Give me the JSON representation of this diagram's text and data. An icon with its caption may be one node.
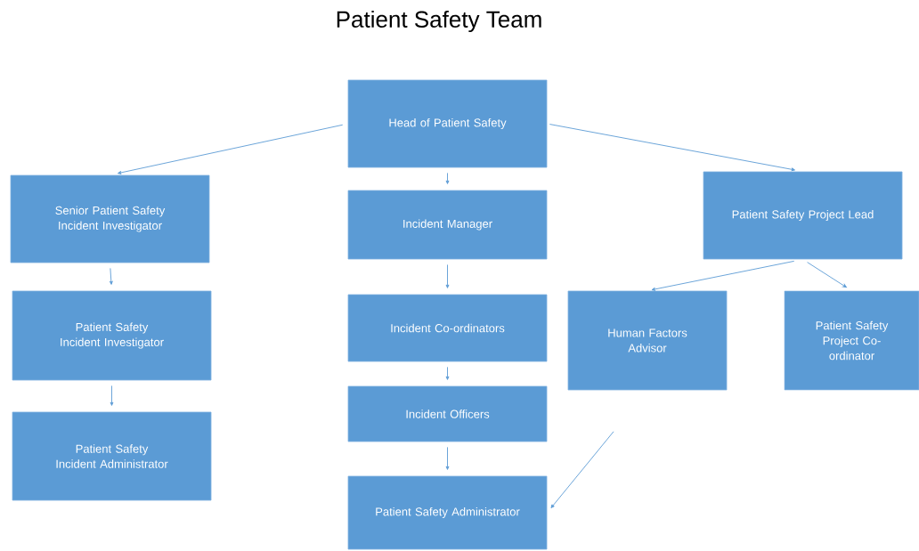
{
  "diagram": {
    "title": "Patient Safety Team",
    "nodes": [
      {
        "text": [
          "Head of Patient Safety"
        ]
      },
      {
        "text": [
          "Senior Patient Safety Incident Investigator"
        ]
      },
      {
        "text": [
          "Incident Manager"
        ]
      },
      {
        "text": [
          "Patient Safety Project Lead"
        ]
      },
      {
        "text": [
          "Patient Safety Incident Investigator"
        ]
      },
      {
        "text": [
          "Incident Co-ordinators"
        ]
      },
      {
        "text": [
          "Human Factors Advisor"
        ]
      },
      {
        "text": [
          "Patient Safety Project Co-ordinator"
        ]
      },
      {
        "text": [
          "Patient Safety Incident Administrator"
        ]
      },
      {
        "text": [
          "Incident Officers"
        ]
      },
      {
        "text": [
          "Patient Safety Administrator"
        ]
      }
    ],
    "edges": [
      {
        "from": 0,
        "to": 1,
        "arrow": "to"
      },
      {
        "from": 0,
        "to": 2,
        "arrow": "to"
      },
      {
        "from": 0,
        "to": 3,
        "arrow": "to"
      },
      {
        "from": 1,
        "to": 4,
        "arrow": "to"
      },
      {
        "from": 4,
        "to": 8,
        "arrow": "to"
      },
      {
        "from": 2,
        "to": 5,
        "arrow": "to"
      },
      {
        "from": 5,
        "to": 9,
        "arrow": "to"
      },
      {
        "from": 9,
        "to": 10,
        "arrow": "to"
      },
      {
        "from": 3,
        "to": 6,
        "arrow": "to"
      },
      {
        "from": 3,
        "to": 7,
        "arrow": "to"
      },
      {
        "from": 6,
        "to": 10,
        "arrow": "to"
      }
    ]
  }
}
